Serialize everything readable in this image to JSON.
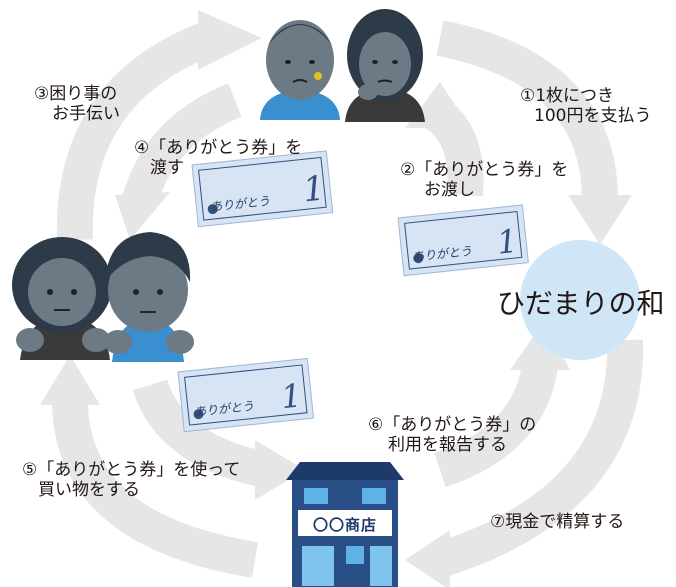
{
  "organization": {
    "name": "ひだまりの和",
    "circle_color": "#cfe6f7"
  },
  "steps": [
    {
      "line1": "①1枚につき",
      "line2": "100円を支払う"
    },
    {
      "line1": "②「ありがとう券」を",
      "line2": "お渡し"
    },
    {
      "line1": "③困り事の",
      "line2": "お手伝い"
    },
    {
      "line1": "④「ありがとう券」を",
      "line2": "渡す"
    },
    {
      "line1": "⑤「ありがとう券」を使って",
      "line2": "買い物をする"
    },
    {
      "line1": "⑥「ありがとう券」の",
      "line2": "利用を報告する"
    },
    {
      "line1": "⑦現金で精算する"
    }
  ],
  "shop": {
    "sign": "〇〇商店"
  },
  "ticket": {
    "text": "ありがとう"
  },
  "colors": {
    "arrow": "#e6e6e6",
    "ticket_bg": "#d7e4f3",
    "ticket_ink": "#34507f",
    "shirt_blue": "#3a8fd0",
    "jacket": "#3a3a3a",
    "skin": "#6b7a85",
    "hair": "#2d3a47"
  },
  "icons": [
    "elderly-couple-icon",
    "young-couple-icon",
    "shop-icon",
    "ticket-icon"
  ]
}
